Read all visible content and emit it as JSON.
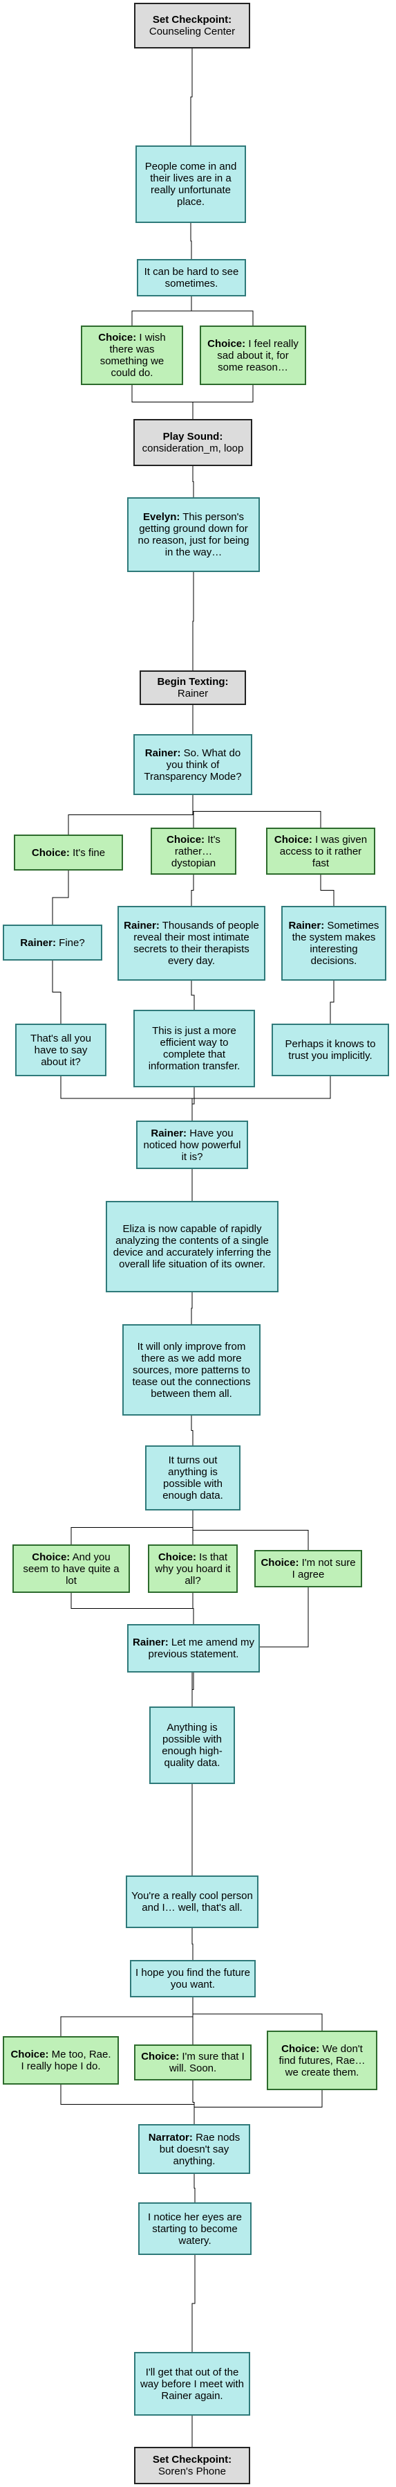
{
  "colors": {
    "command_fill": "#dcdcdc",
    "text_fill": "#b8ecec",
    "choice_fill": "#bff0b8",
    "edge": "#000000"
  },
  "nodes": [
    {
      "id": "n1",
      "kind": "command",
      "speaker": "Set Checkpoint:",
      "text": "Counseling Center"
    },
    {
      "id": "n2",
      "kind": "text",
      "speaker": "",
      "text": "People come in and their lives are in a really unfortunate place."
    },
    {
      "id": "n3",
      "kind": "text",
      "speaker": "",
      "text": "It can be hard to see sometimes."
    },
    {
      "id": "n4",
      "kind": "choice",
      "speaker": "Choice:",
      "text": "I wish there was something we could do."
    },
    {
      "id": "n5",
      "kind": "choice",
      "speaker": "Choice:",
      "text": "I feel really sad about it, for some reason…"
    },
    {
      "id": "n6",
      "kind": "command",
      "speaker": "Play Sound:",
      "text": "consideration_m, loop"
    },
    {
      "id": "n7",
      "kind": "text",
      "speaker": "Evelyn:",
      "text": "This person's getting ground down for no reason, just for being in the way…"
    },
    {
      "id": "n8",
      "kind": "command",
      "speaker": "Begin Texting:",
      "text": "Rainer"
    },
    {
      "id": "n9",
      "kind": "text",
      "speaker": "Rainer:",
      "text": "So. What do you think of Transparency Mode?"
    },
    {
      "id": "n10",
      "kind": "choice",
      "speaker": "Choice:",
      "text": "It's fine"
    },
    {
      "id": "n11",
      "kind": "choice",
      "speaker": "Choice:",
      "text": "It's rather… dystopian"
    },
    {
      "id": "n12",
      "kind": "choice",
      "speaker": "Choice:",
      "text": "I was given access to it rather fast"
    },
    {
      "id": "n13",
      "kind": "text",
      "speaker": "Rainer:",
      "text": "Fine?"
    },
    {
      "id": "n14",
      "kind": "text",
      "speaker": "Rainer:",
      "text": "Thousands of people reveal their most intimate secrets to their therapists every day."
    },
    {
      "id": "n15",
      "kind": "text",
      "speaker": "Rainer:",
      "text": "Sometimes the system makes interesting decisions."
    },
    {
      "id": "n16",
      "kind": "text",
      "speaker": "",
      "text": "That's all you have to say about it?"
    },
    {
      "id": "n17",
      "kind": "text",
      "speaker": "",
      "text": "This is just a more efficient way to complete that information transfer."
    },
    {
      "id": "n18",
      "kind": "text",
      "speaker": "",
      "text": "Perhaps it knows to trust you implicitly."
    },
    {
      "id": "n19",
      "kind": "text",
      "speaker": "Rainer:",
      "text": "Have you noticed how powerful it is?"
    },
    {
      "id": "n20",
      "kind": "text",
      "speaker": "",
      "text": "Eliza is now capable of rapidly analyzing the contents of a single device and accurately inferring the overall life situation of its owner."
    },
    {
      "id": "n21",
      "kind": "text",
      "speaker": "",
      "text": "It will only improve from there as we add more sources, more patterns to tease out the connections between them all."
    },
    {
      "id": "n22",
      "kind": "text",
      "speaker": "",
      "text": "It turns out anything is possible with enough data."
    },
    {
      "id": "n23",
      "kind": "choice",
      "speaker": "Choice:",
      "text": "And you seem to have quite a lot"
    },
    {
      "id": "n24",
      "kind": "choice",
      "speaker": "Choice:",
      "text": "Is that why you hoard it all?"
    },
    {
      "id": "n25",
      "kind": "choice",
      "speaker": "Choice:",
      "text": "I'm not sure I agree"
    },
    {
      "id": "n26",
      "kind": "text",
      "speaker": "Rainer:",
      "text": "Let me amend my previous statement."
    },
    {
      "id": "n27",
      "kind": "text",
      "speaker": "",
      "text": "Anything is possible with enough high-quality data."
    },
    {
      "id": "n28",
      "kind": "text",
      "speaker": "",
      "text": "You're a really cool person and I… well, that's all."
    },
    {
      "id": "n29",
      "kind": "text",
      "speaker": "",
      "text": "I hope you find the future you want."
    },
    {
      "id": "n30",
      "kind": "choice",
      "speaker": "Choice:",
      "text": "Me too, Rae. I really hope I do."
    },
    {
      "id": "n31",
      "kind": "choice",
      "speaker": "Choice:",
      "text": "I'm sure that I will. Soon."
    },
    {
      "id": "n32",
      "kind": "choice",
      "speaker": "Choice:",
      "text": "We don't find futures, Rae… we create them."
    },
    {
      "id": "n33",
      "kind": "text",
      "speaker": "Narrator:",
      "text": "Rae nods but doesn't say anything."
    },
    {
      "id": "n34",
      "kind": "text",
      "speaker": "",
      "text": "I notice her eyes are starting to become watery."
    },
    {
      "id": "n35",
      "kind": "text",
      "speaker": "",
      "text": "I'll get that out of the way before I meet with Rainer again."
    },
    {
      "id": "n36",
      "kind": "command",
      "speaker": "Set Checkpoint:",
      "text": "Soren's Phone"
    }
  ],
  "edges": [
    [
      "n1",
      "n2"
    ],
    [
      "n2",
      "n3"
    ],
    [
      "n3",
      "n4"
    ],
    [
      "n3",
      "n5"
    ],
    [
      "n4",
      "n6"
    ],
    [
      "n5",
      "n6"
    ],
    [
      "n6",
      "n7"
    ],
    [
      "n7",
      "n8"
    ],
    [
      "n8",
      "n9"
    ],
    [
      "n9",
      "n10"
    ],
    [
      "n9",
      "n11"
    ],
    [
      "n9",
      "n12"
    ],
    [
      "n10",
      "n13"
    ],
    [
      "n11",
      "n14"
    ],
    [
      "n12",
      "n15"
    ],
    [
      "n13",
      "n16"
    ],
    [
      "n14",
      "n17"
    ],
    [
      "n15",
      "n18"
    ],
    [
      "n16",
      "n19"
    ],
    [
      "n17",
      "n19"
    ],
    [
      "n18",
      "n19"
    ],
    [
      "n19",
      "n20"
    ],
    [
      "n20",
      "n21"
    ],
    [
      "n21",
      "n22"
    ],
    [
      "n22",
      "n23"
    ],
    [
      "n22",
      "n24"
    ],
    [
      "n22",
      "n25"
    ],
    [
      "n23",
      "n26"
    ],
    [
      "n24",
      "n26"
    ],
    [
      "n25",
      "n27"
    ],
    [
      "n26",
      "n27"
    ],
    [
      "n27",
      "n28"
    ],
    [
      "n28",
      "n29"
    ],
    [
      "n29",
      "n30"
    ],
    [
      "n29",
      "n31"
    ],
    [
      "n29",
      "n32"
    ],
    [
      "n30",
      "n33"
    ],
    [
      "n31",
      "n33"
    ],
    [
      "n32",
      "n33"
    ],
    [
      "n33",
      "n34"
    ],
    [
      "n34",
      "n35"
    ],
    [
      "n35",
      "n36"
    ]
  ]
}
